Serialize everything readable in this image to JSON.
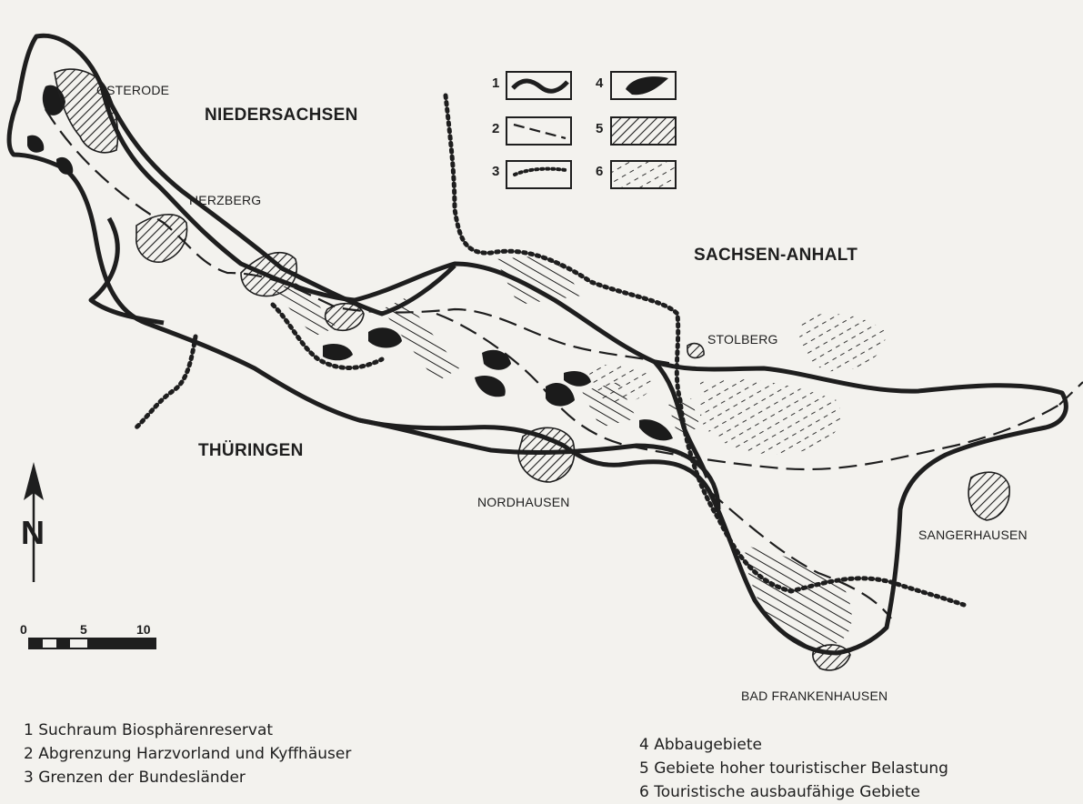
{
  "regions": {
    "niedersachsen": "NIEDERSACHSEN",
    "sachsen_anhalt": "SACHSEN-ANHALT",
    "thueringen": "THÜRINGEN"
  },
  "towns": {
    "osterode": "OSTERODE",
    "herzberg": "HERZBERG",
    "stolberg": "STOLBERG",
    "nordhausen": "NORDHAUSEN",
    "sangerhausen": "SANGERHAUSEN",
    "bad_frankenhausen": "BAD FRANKENHAUSEN"
  },
  "legend": {
    "n1": "1",
    "n2": "2",
    "n3": "3",
    "n4": "4",
    "n5": "5",
    "n6": "6"
  },
  "scale": {
    "t0": "0",
    "t5": "5",
    "t10": "10"
  },
  "north": "N",
  "captions": [
    "1 Suchraum Biosphärenreservat",
    "2 Abgrenzung Harzvorland und Kyffhäuser",
    "3 Grenzen der Bundesländer",
    "4 Abbaugebiete",
    "5 Gebiete hoher touristischer Belastung",
    "6 Touristische ausbaufähige Gebiete"
  ]
}
